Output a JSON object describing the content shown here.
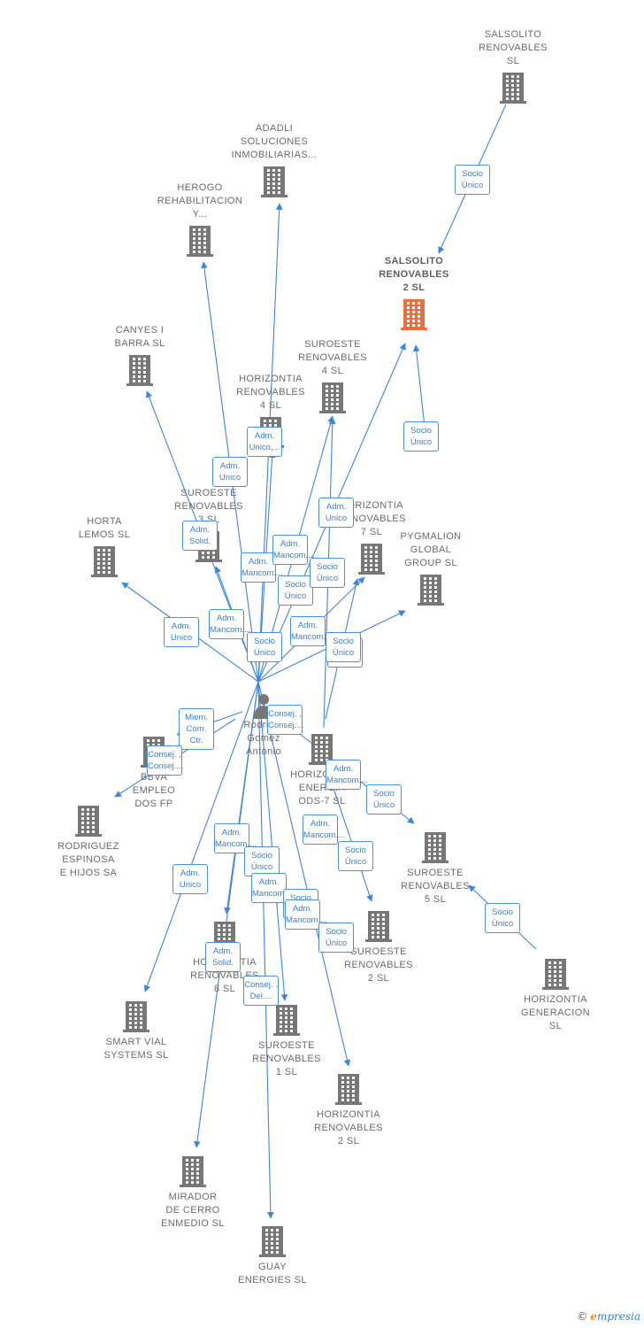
{
  "colors": {
    "edge": "#3f85dc",
    "building": "#777777",
    "focus_building": "#f26b3a"
  },
  "person": {
    "name": "Rodrig...\nGomez\nAntonio",
    "icon": "person-icon"
  },
  "nodes": [
    {
      "id": "salsolito",
      "label": "SALSOLITO\nRENOVABLES\nSL",
      "icon": "building-icon"
    },
    {
      "id": "salsolito2",
      "label": "SALSOLITO\nRENOVABLES\n2  SL",
      "icon": "building-icon",
      "focus": true
    },
    {
      "id": "adadli",
      "label": "ADADLI\nSOLUCIONES\nINMOBILIARIAS...",
      "icon": "building-icon"
    },
    {
      "id": "herogo",
      "label": "HEROGO\nREHABILITACION\nY...",
      "icon": "building-icon"
    },
    {
      "id": "canyes",
      "label": "CANYES I\nBARRA  SL",
      "icon": "building-icon"
    },
    {
      "id": "suroeste4",
      "label": "SUROESTE\nRENOVABLES\n4  SL",
      "icon": "building-icon"
    },
    {
      "id": "horizontia4",
      "label": "HORIZONTIA\nRENOVABLES\n4  SL",
      "icon": "building-icon"
    },
    {
      "id": "suroeste3",
      "label": "SUROESTE\nRENOVABLES\n3  SL",
      "icon": "building-icon"
    },
    {
      "id": "horizontia7",
      "label": "HORIZONTIA\nRENOVABLES\n7  SL",
      "icon": "building-icon"
    },
    {
      "id": "horta",
      "label": "HORTA\nLEMOS  SL",
      "icon": "building-icon"
    },
    {
      "id": "pygmalion",
      "label": "PYGMALION\nGLOBAL\nGROUP  SL",
      "icon": "building-icon"
    },
    {
      "id": "bbva",
      "label": "BBVA\nEMPLEO\nDOS FP",
      "icon": "building-icon"
    },
    {
      "id": "horizontiaods",
      "label": "HORIZONTIA\nENERGIA\nODS-7  SL",
      "icon": "building-icon"
    },
    {
      "id": "rodriguez",
      "label": "RODRIGUEZ\nESPINOSA\nE HIJOS SA",
      "icon": "building-icon"
    },
    {
      "id": "suroeste5",
      "label": "SUROESTE\nRENOVABLES\n5  SL",
      "icon": "building-icon"
    },
    {
      "id": "suroeste2",
      "label": "SUROESTE\nRENOVABLES\n2  SL",
      "icon": "building-icon"
    },
    {
      "id": "horizontia8",
      "label": "HORIZONTIA\nRENOVABLES\n8  SL",
      "icon": "building-icon"
    },
    {
      "id": "horizontiagen",
      "label": "HORIZONTIA\nGENERACION\nSL",
      "icon": "building-icon"
    },
    {
      "id": "smartvial",
      "label": "SMART VIAL\nSYSTEMS SL",
      "icon": "building-icon"
    },
    {
      "id": "suroeste1",
      "label": "SUROESTE\nRENOVABLES\n1  SL",
      "icon": "building-icon"
    },
    {
      "id": "horizontia2",
      "label": "HORIZONTIA\nRENOVABLES\n2  SL",
      "icon": "building-icon"
    },
    {
      "id": "mirador",
      "label": "MIRADOR\nDE CERRO\nENMEDIO SL",
      "icon": "building-icon"
    },
    {
      "id": "guay",
      "label": "GUAY\nENERGIES  SL",
      "icon": "building-icon"
    }
  ],
  "edge_labels": [
    "Socio\nÚnico",
    "Socio\nÚnico",
    "Adm.\nUnico,...",
    "Adm.\nUnico",
    "Adm.\nUnico",
    "Adm.\nSolid.",
    "Adm.\nMancom....",
    "Adm.\nMancom....",
    "Socio\nÚnico",
    "Socio\nÚnico",
    "Adm.\nUnico",
    "Adm.\nMancom....",
    "Socio\nÚnico",
    "Adm.\nMancom....",
    "Socio\nÚnico",
    "Socio\nÚnico",
    "Miem.\nCom. Ctr.",
    "Consej. ,\nConsej....",
    "Consej. ,\nConsej....",
    "Adm.\nMancom....",
    "Socio\nÚnico",
    "Adm.\nMancom....",
    "Adm.\nMancom....",
    "Socio\nÚnico",
    "Adm.\nUnico",
    "Socio\nÚnico",
    "Adm.\nMancom....",
    "Socio\nÚnico",
    "Adm.\nMancom....",
    "Socio\nÚnico",
    "Socio\nÚnico",
    "Adm.\nSolid.",
    "Consej. .\nDel...."
  ],
  "footer": {
    "copyright": "©",
    "brand_first": "e",
    "brand_rest": "mpresia"
  }
}
